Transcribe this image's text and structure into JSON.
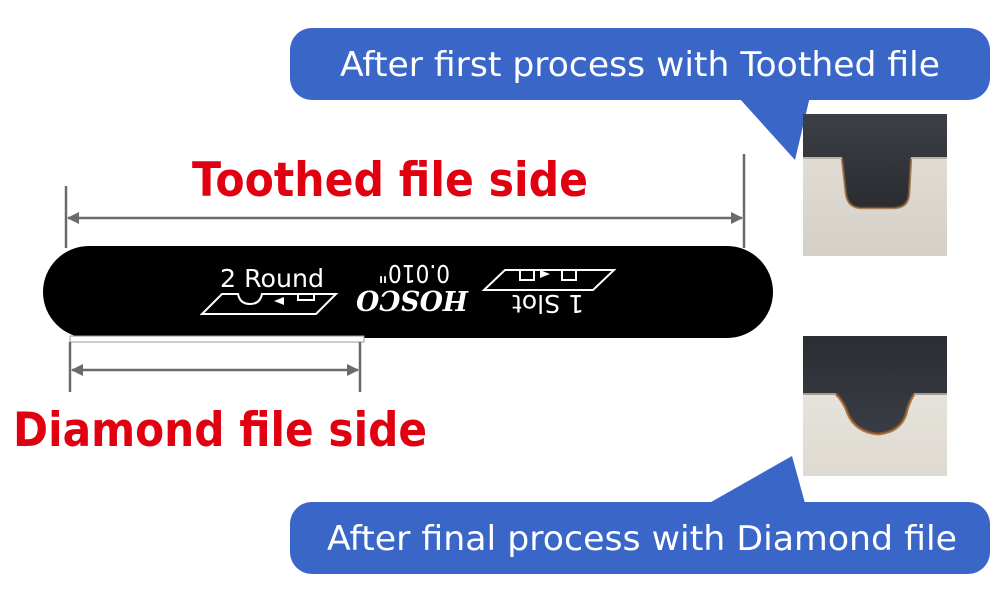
{
  "callouts": {
    "top": "After first process with Toothed file",
    "bottom": "After final process with Diamond file"
  },
  "labels": {
    "toothed_side": "Toothed file side",
    "diamond_side": "Diamond file side"
  },
  "file_markings": {
    "round": "2 Round",
    "gauge": "0.010\"",
    "brand": "HOSCO",
    "slot": "1 Slot"
  },
  "colors": {
    "callout_fill": "#3a66c8",
    "label_red": "#e0000f",
    "file_body": "#000000",
    "dimension_line": "#6b6b6b"
  },
  "icons": {
    "round_profile": "round-notch-profile-icon",
    "slot_profile": "square-slot-profile-icon"
  }
}
